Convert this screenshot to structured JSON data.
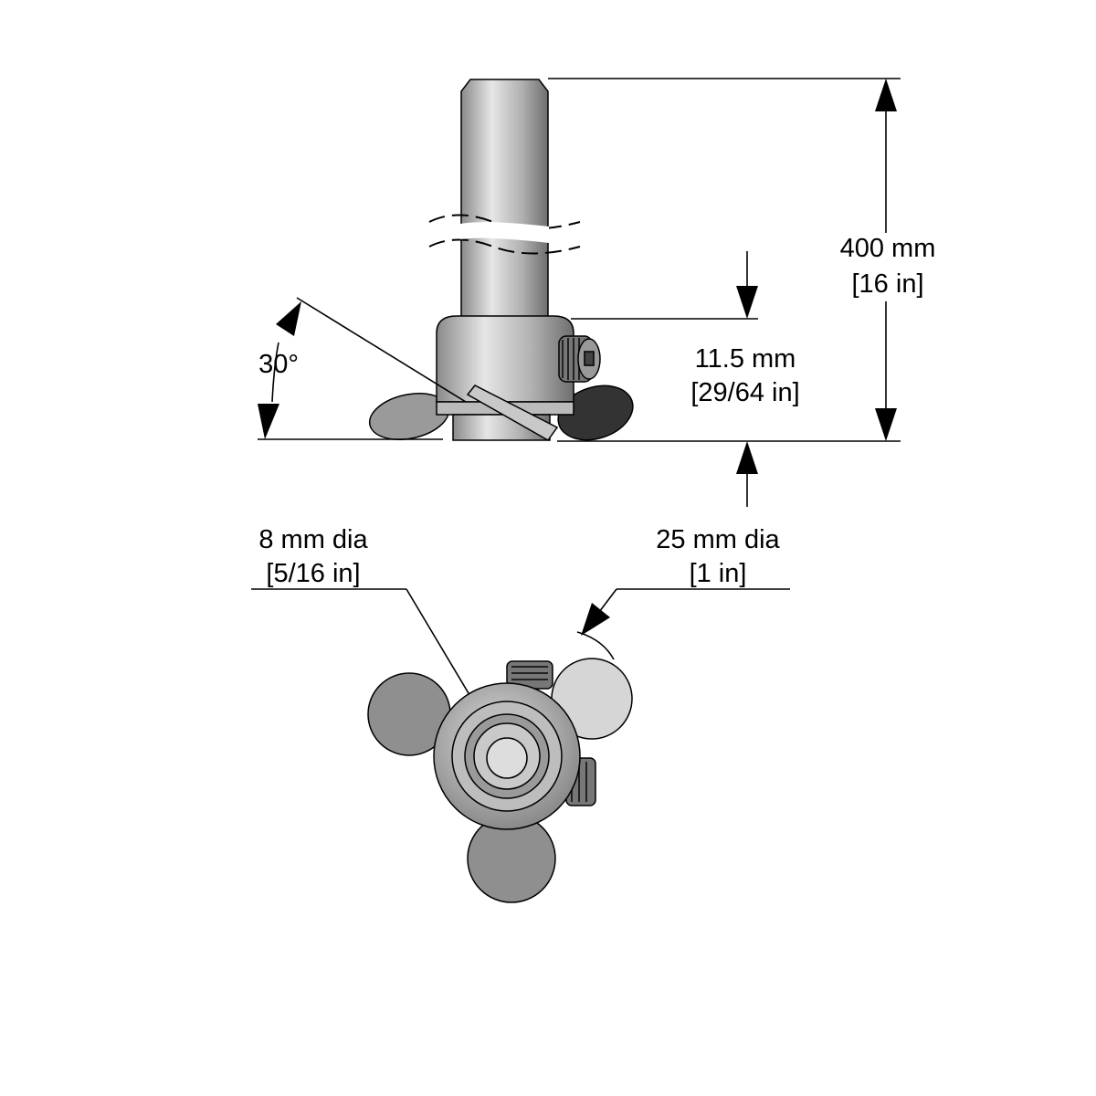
{
  "dimensions": {
    "overall_length": {
      "metric": "400 mm",
      "imperial": "[16 in]"
    },
    "hub_height": {
      "metric": "11.5 mm",
      "imperial": "[29/64 in]"
    },
    "blade_angle": {
      "value": "30°"
    },
    "shaft_diameter": {
      "metric": "8 mm dia",
      "imperial": "[5/16 in]"
    },
    "impeller_diameter": {
      "metric": "25 mm dia",
      "imperial": "[1 in]"
    }
  },
  "colors": {
    "line": "#000000",
    "metal_light": "#d8d8d8",
    "metal_mid": "#a9a9a9",
    "metal_dark": "#4a4a4a"
  }
}
